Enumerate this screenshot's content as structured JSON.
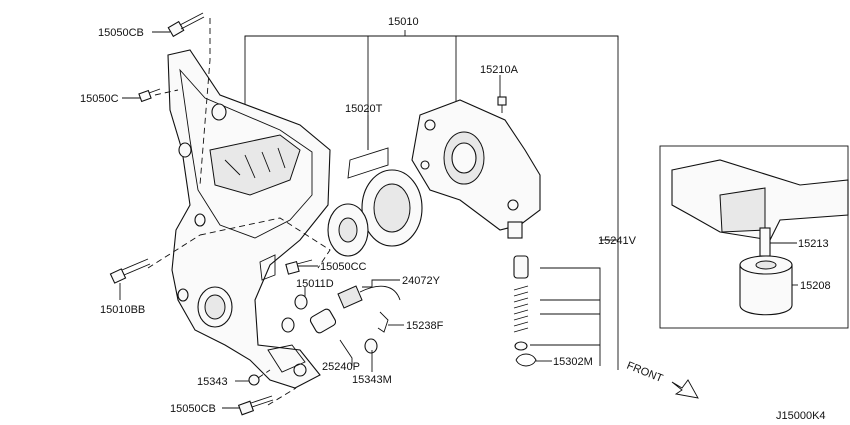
{
  "labels": {
    "p15010": "15010",
    "p15050cb_top": "15050CB",
    "p15050c": "15050C",
    "p15020t": "15020T",
    "p15210a": "15210A",
    "p15241v": "15241V",
    "p15213": "15213",
    "p15208": "15208",
    "p15010bb": "15010BB",
    "p15050cc": "15050CC",
    "p24072y": "24072Y",
    "p15011d": "15011D",
    "p15238f": "15238F",
    "p25240p": "25240P",
    "p15343m": "15343M",
    "p15343": "15343",
    "p15050cb_bottom": "15050CB",
    "p15302m": "15302M",
    "front": "FRONT",
    "diagram_code": "J15000K4"
  }
}
